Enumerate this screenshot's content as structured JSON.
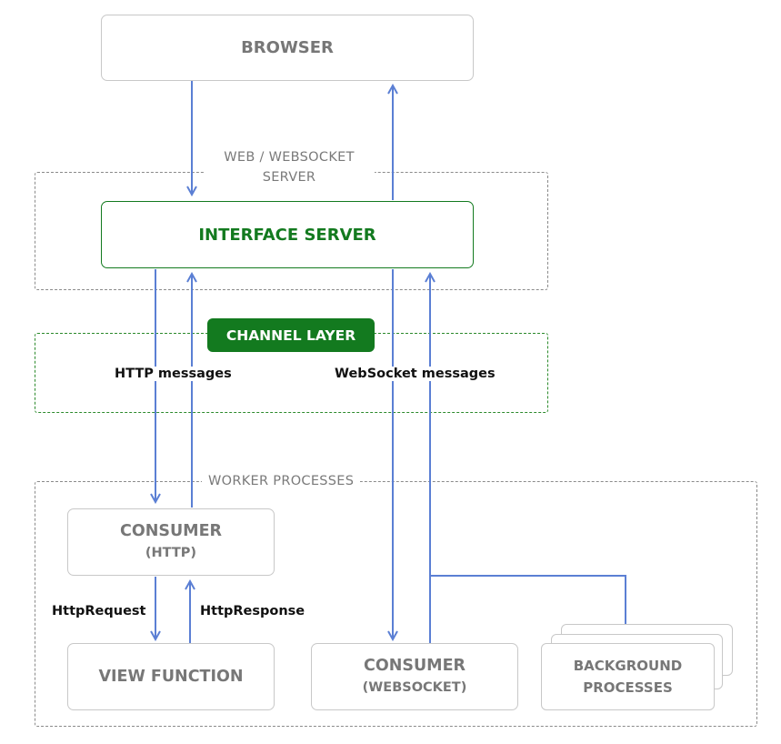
{
  "browser": {
    "label": "BROWSER"
  },
  "web_server": {
    "label_line1": "WEB / WEBSOCKET",
    "label_line2": "SERVER"
  },
  "interface_server": {
    "label": "INTERFACE SERVER"
  },
  "channel_layer": {
    "label": "CHANNEL LAYER"
  },
  "messages": {
    "http": "HTTP messages",
    "websocket": "WebSocket messages"
  },
  "worker_processes": {
    "label": "WORKER PROCESSES"
  },
  "consumer_http": {
    "line1": "CONSUMER",
    "line2": "(HTTP)"
  },
  "http_request": "HttpRequest",
  "http_response": "HttpResponse",
  "view_function": {
    "label": "VIEW FUNCTION"
  },
  "consumer_ws": {
    "line1": "CONSUMER",
    "line2": "(WEBSOCKET)"
  },
  "background": {
    "line1": "BACKGROUND",
    "line2": "PROCESSES"
  },
  "colors": {
    "arrow": "#5b7fd4",
    "green": "#137a1f",
    "border": "#c8c8c8",
    "dashed": "#8a8a8a"
  }
}
